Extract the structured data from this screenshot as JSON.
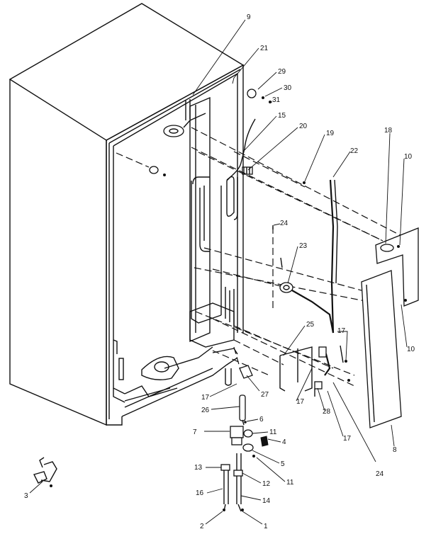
{
  "diagram": {
    "callouts": [
      {
        "id": "c9",
        "text": "9"
      },
      {
        "id": "c21",
        "text": "21"
      },
      {
        "id": "c29",
        "text": "29"
      },
      {
        "id": "c30",
        "text": "30"
      },
      {
        "id": "c31",
        "text": "31"
      },
      {
        "id": "c15",
        "text": "15"
      },
      {
        "id": "c20",
        "text": "20"
      },
      {
        "id": "c19",
        "text": "19"
      },
      {
        "id": "c22",
        "text": "22"
      },
      {
        "id": "c18",
        "text": "18"
      },
      {
        "id": "c10a",
        "text": "10"
      },
      {
        "id": "c24a",
        "text": "24"
      },
      {
        "id": "c23",
        "text": "23"
      },
      {
        "id": "c10b",
        "text": "10"
      },
      {
        "id": "c25",
        "text": "25"
      },
      {
        "id": "c17a",
        "text": "17"
      },
      {
        "id": "c17b",
        "text": "17"
      },
      {
        "id": "c27",
        "text": "27"
      },
      {
        "id": "c17c",
        "text": "17"
      },
      {
        "id": "c26a",
        "text": "26"
      },
      {
        "id": "c28",
        "text": "28"
      },
      {
        "id": "c17d",
        "text": "17"
      },
      {
        "id": "c8",
        "text": "8"
      },
      {
        "id": "c24b",
        "text": "24"
      },
      {
        "id": "c6",
        "text": "6"
      },
      {
        "id": "c7",
        "text": "7"
      },
      {
        "id": "c11a",
        "text": "11"
      },
      {
        "id": "c4",
        "text": "4"
      },
      {
        "id": "c5",
        "text": "5"
      },
      {
        "id": "c11b",
        "text": "11"
      },
      {
        "id": "c13",
        "text": "13"
      },
      {
        "id": "c12",
        "text": "12"
      },
      {
        "id": "c16",
        "text": "16"
      },
      {
        "id": "c14",
        "text": "14"
      },
      {
        "id": "c3",
        "text": "3"
      },
      {
        "id": "c2",
        "text": "2"
      },
      {
        "id": "c1",
        "text": "1"
      }
    ]
  }
}
